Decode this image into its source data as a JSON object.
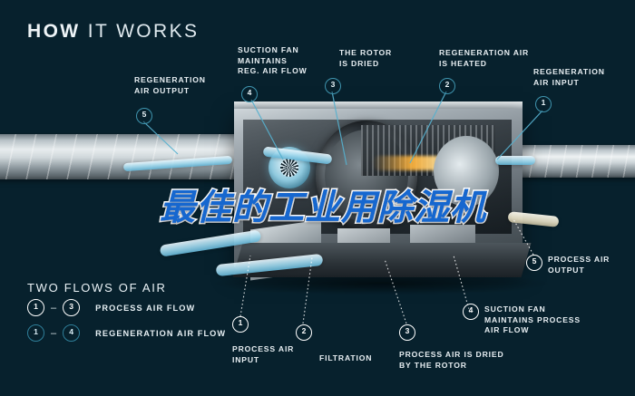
{
  "header": {
    "bold_word": "HOW",
    "rest": " IT WORKS"
  },
  "overlay": {
    "headline": "最佳的工业用除湿机",
    "color": "#1667cf",
    "outline_color": "#ffffff"
  },
  "colors": {
    "background": "#07212d",
    "accent_teal": "#3f94ae",
    "text": "#e8eff3",
    "badge_white": "#ffffff"
  },
  "callouts": [
    {
      "id": "regeneration-air-output",
      "number": "5",
      "label": "REGENERATION\nAIR OUTPUT",
      "ring": "teal"
    },
    {
      "id": "suction-fan-reg",
      "number": "4",
      "label": "SUCTION FAN\nMAINTAINS\nREG. AIR FLOW",
      "ring": "teal"
    },
    {
      "id": "rotor-is-dried",
      "number": "3",
      "label": "THE ROTOR\nIS DRIED",
      "ring": "teal"
    },
    {
      "id": "regeneration-air-heated",
      "number": "2",
      "label": "REGENERATION AIR\nIS HEATED",
      "ring": "teal"
    },
    {
      "id": "regeneration-air-input",
      "number": "1",
      "label": "REGENERATION\nAIR INPUT",
      "ring": "teal"
    },
    {
      "id": "process-air-output",
      "number": "5",
      "label": "PROCESS AIR\nOUTPUT",
      "ring": "white"
    },
    {
      "id": "suction-fan-process",
      "number": "4",
      "label": "SUCTION FAN\nMAINTAINS PROCESS\nAIR FLOW",
      "ring": "white"
    },
    {
      "id": "process-air-dried",
      "number": "3",
      "label": "PROCESS AIR IS DRIED\nBY THE ROTOR",
      "ring": "white"
    },
    {
      "id": "filtration",
      "number": "2",
      "label": "FILTRATION",
      "ring": "white"
    },
    {
      "id": "process-air-input",
      "number": "1",
      "label": "PROCESS AIR\nINPUT",
      "ring": "white"
    }
  ],
  "legend": {
    "title": "TWO FLOWS OF AIR",
    "rows": [
      {
        "from": "1",
        "dash": "–",
        "to": "3",
        "label": "PROCESS AIR FLOW",
        "ring": "white"
      },
      {
        "from": "1",
        "dash": "–",
        "to": "4",
        "label": "REGENERATION AIR FLOW",
        "ring": "teal"
      }
    ]
  }
}
